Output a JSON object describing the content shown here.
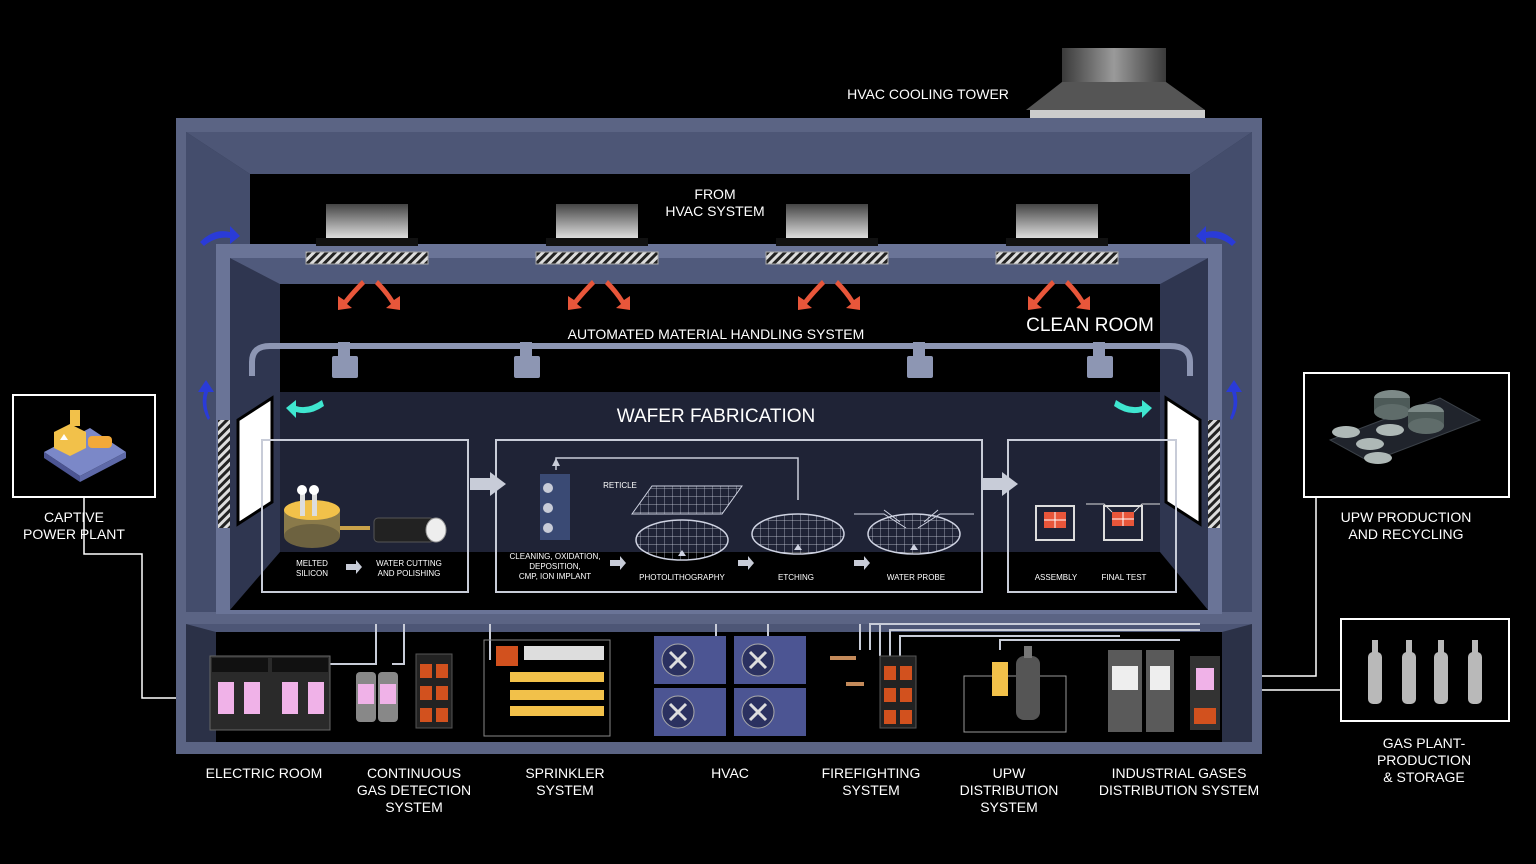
{
  "top": {
    "cooling_tower": "HVAC COOLING TOWER",
    "from_hvac": "FROM\nHVAC SYSTEM"
  },
  "cleanroom": {
    "title": "CLEAN ROOM",
    "amhs": "AUTOMATED MATERIAL HANDLING SYSTEM",
    "wafer_fab": "WAFER FABRICATION"
  },
  "process": {
    "melted_silicon": "MELTED\nSILICON",
    "water_cutting": "WATER CUTTING\nAND POLISHING",
    "cleaning": "CLEANING, OXIDATION,\nDEPOSITION,\nCMP, ION IMPLANT",
    "reticle": "RETICLE",
    "photolithography": "PHOTOLITHOGRAPHY",
    "etching": "ETCHING",
    "water_probe": "WATER PROBE",
    "assembly": "ASSEMBLY",
    "final_test": "FINAL TEST"
  },
  "side": {
    "captive_power": "CAPTIVE\nPOWER PLANT",
    "upw_production": "UPW PRODUCTION\nAND RECYCLING",
    "gas_plant": "GAS PLANT-\nPRODUCTION\n& STORAGE"
  },
  "bottom": {
    "electric_room": "ELECTRIC ROOM",
    "gas_detection": "CONTINUOUS\nGAS DETECTION\nSYSTEM",
    "sprinkler": "SPRINKLER\nSYSTEM",
    "hvac": "HVAC",
    "firefighting": "FIREFIGHTING\nSYSTEM",
    "upw_distribution": "UPW\nDISTRIBUTION\nSYSTEM",
    "industrial_gases": "INDUSTRIAL GASES\nDISTRIBUTION SYSTEM"
  },
  "colors": {
    "building": "#5b6484",
    "building_dark": "#3f4763",
    "interior": "#1c2030",
    "air_arrow": "#e8563a",
    "return_arrow": "#2a3bd8",
    "teal_arrow": "#3fe6d0"
  }
}
